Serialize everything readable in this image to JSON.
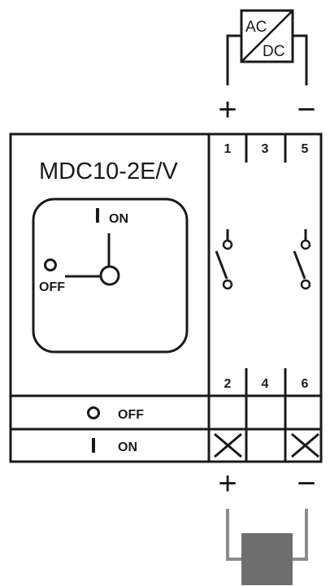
{
  "converter": {
    "top": "AC",
    "bottom": "DC"
  },
  "polarity": {
    "plus": "+",
    "minus": "−"
  },
  "model": "MDC10-2E/V",
  "dial": {
    "on_label": "ON",
    "off_label": "OFF"
  },
  "terminals": {
    "top": [
      "1",
      "3",
      "5"
    ],
    "bottom": [
      "2",
      "4",
      "6"
    ]
  },
  "table": {
    "off_row_label": "OFF",
    "on_row_label": "ON",
    "off_symbol": "O",
    "on_symbol": "I"
  },
  "colors": {
    "line": "#1a1a1a",
    "gray": "#8c8c8c",
    "load": "#6e6e6e"
  }
}
